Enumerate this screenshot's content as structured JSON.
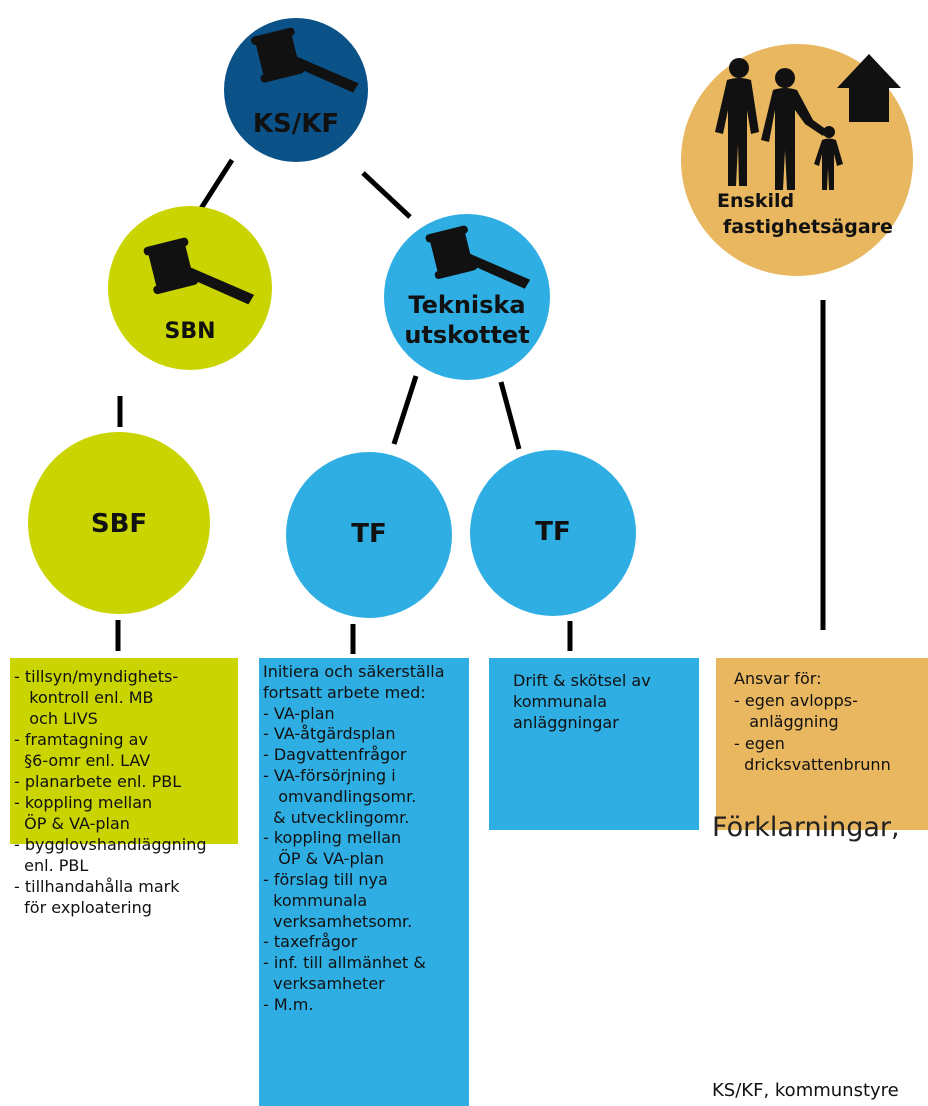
{
  "colors": {
    "dark_blue": "#0b5289",
    "light_blue": "#2eaee3",
    "lime": "#c9d400",
    "orange": "#e9b760",
    "line": "#000000"
  },
  "nodes": {
    "ks_kf": {
      "label": "KS/KF",
      "icon": "gavel-icon"
    },
    "sbn": {
      "label": "SBN",
      "icon": "gavel-icon"
    },
    "tekniska": {
      "label_line1": "Tekniska",
      "label_line2": "utskottet",
      "icon": "gavel-icon"
    },
    "sbf": {
      "label": "SBF"
    },
    "tf1": {
      "label": "TF"
    },
    "tf2": {
      "label": "TF"
    },
    "owner": {
      "label_line1": "Enskild",
      "label_line2": "fastighetsägare",
      "icon": "family-house-icon"
    }
  },
  "boxes": {
    "sbf_lines": [
      "- tillsyn/myndighets-",
      "   kontroll enl. MB",
      "   och LIVS",
      "- framtagning av",
      "  §6-omr enl. LAV",
      "- planarbete enl. PBL",
      "- koppling mellan",
      "  ÖP & VA-plan",
      "- bygglovshandläggning",
      "  enl. PBL",
      "- tillhandahålla mark",
      "  för exploatering"
    ],
    "tf1_lines": [
      "Initiera och säkerställa",
      "fortsatt arbete med:",
      "- VA-plan",
      "- VA-åtgärdsplan",
      "- Dagvattenfrågor",
      "- VA-försörjning i",
      "   omvandlingsomr.",
      "  & utvecklingomr.",
      "- koppling mellan",
      "   ÖP & VA-plan",
      "- förslag till nya",
      "  kommunala",
      "  verksamhetsomr.",
      "- taxefrågor",
      "- inf. till allmänhet &",
      "  verksamheter",
      "- M.m."
    ],
    "tf2_lines": [
      "Drift & skötsel av",
      "kommunala",
      "anläggningar"
    ],
    "owner_lines": [
      "Ansvar för:",
      "- egen avlopps-",
      "   anläggning",
      "- egen",
      "  dricksvattenbrunn"
    ]
  },
  "explanations": {
    "title": "Förklarningar,",
    "first_entry": "KS/KF, kommunstyre"
  }
}
